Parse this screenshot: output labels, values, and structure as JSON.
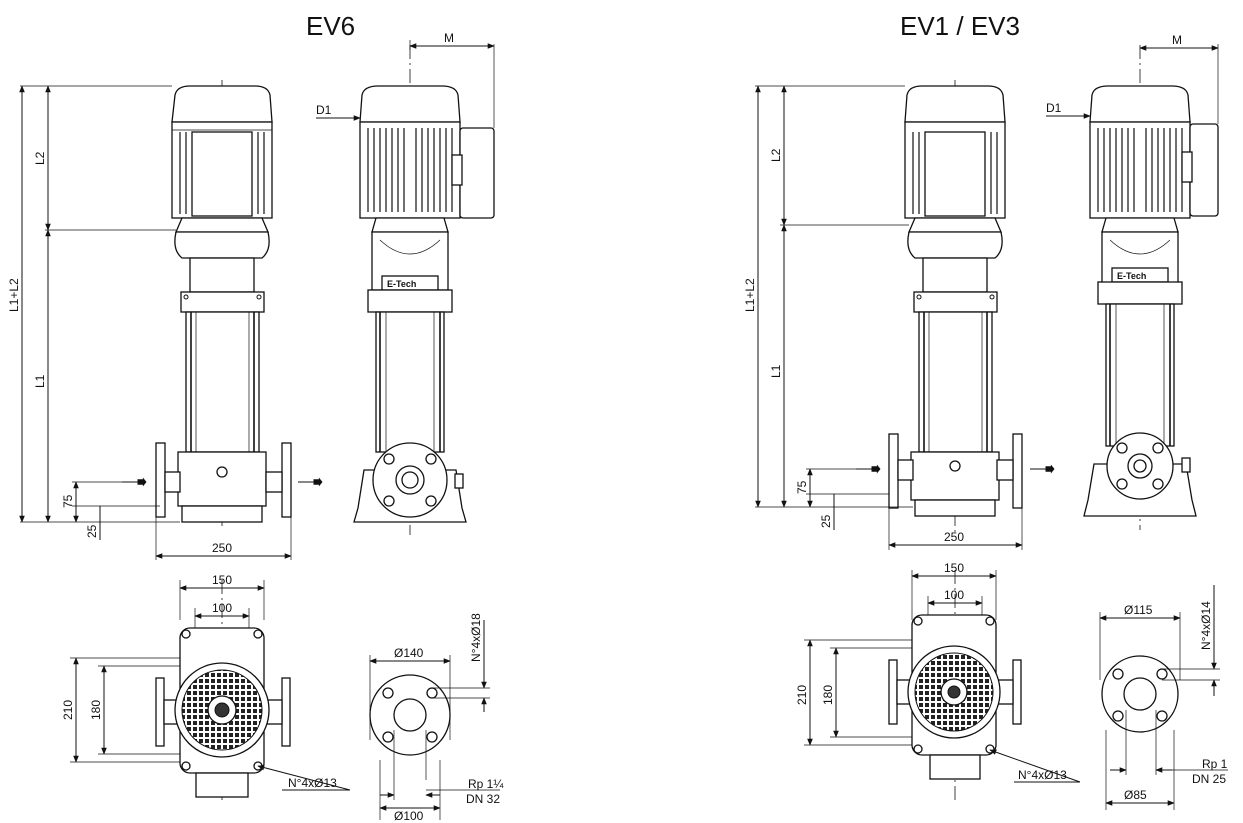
{
  "panels": {
    "ev6": {
      "title": "EV6",
      "dims": {
        "M": "M",
        "D1": "D1",
        "L2": "L2",
        "L1L2": "L1+L2",
        "L1": "L1",
        "d75": "75",
        "d25": "25",
        "d250": "250",
        "d150": "150",
        "d100": "100",
        "d210": "210",
        "d180": "180",
        "holes_base": "N°4xØ13",
        "flange_outer": "Ø140",
        "flange_holes": "N°4xØ18",
        "flange_pcd": "Ø100",
        "rp": "Rp 1¼",
        "dn": "DN 32"
      }
    },
    "ev13": {
      "title": "EV1 / EV3",
      "dims": {
        "M": "M",
        "D1": "D1",
        "L2": "L2",
        "L1L2": "L1+L2",
        "L1": "L1",
        "d75": "75",
        "d25": "25",
        "d250": "250",
        "d150": "150",
        "d100": "100",
        "d210": "210",
        "d180": "180",
        "holes_base": "N°4xØ13",
        "flange_outer": "Ø115",
        "flange_holes": "N°4xØ14",
        "flange_pcd": "Ø85",
        "rp": "Rp 1",
        "dn": "DN 25"
      }
    }
  },
  "brand_plate": "E-Tech"
}
